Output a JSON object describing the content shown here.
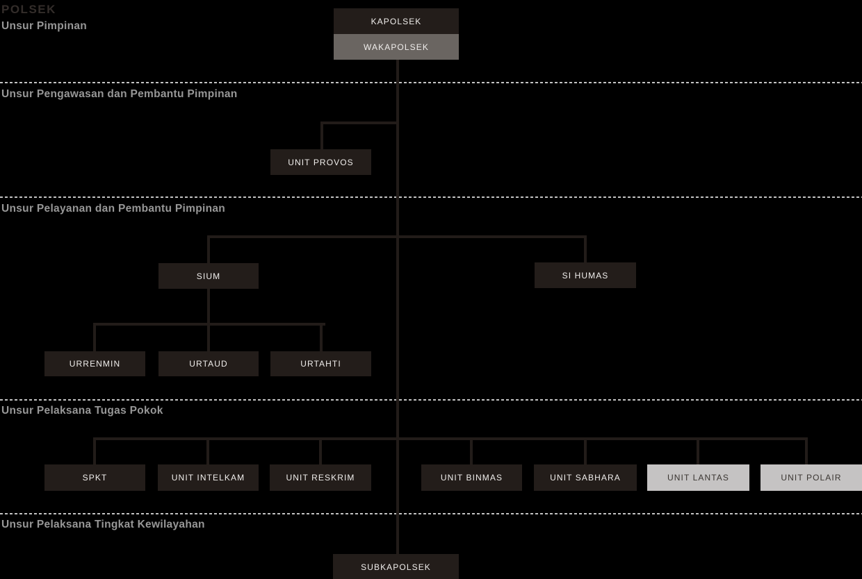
{
  "page": {
    "title": "POLSEK"
  },
  "colors": {
    "background": "#000000",
    "node_dark": "#231d1a",
    "node_gray": "#6a6561",
    "node_light": "#c5c3c3",
    "connector": "#221c19",
    "section_label": "#979797",
    "separator_dash": "#c3c3c3",
    "text_on_dark": "#f0eeec",
    "text_on_light": "#3a3531",
    "title_text": "#332d2a"
  },
  "sections": {
    "pimpinan": "Unsur Pimpinan",
    "pengawasan": "Unsur Pengawasan dan Pembantu Pimpinan",
    "pelayanan": "Unsur Pelayanan dan Pembantu Pimpinan",
    "tugas_pokok": "Unsur Pelaksana Tugas Pokok",
    "kewilayahan": "Unsur Pelaksana Tingkat Kewilayahan"
  },
  "nodes": {
    "kapolsek": "KAPOLSEK",
    "wakapolsek": "WAKAPOLSEK",
    "unit_provos": "UNIT PROVOS",
    "sium": "SIUM",
    "si_humas": "SI HUMAS",
    "urrenmin": "URRENMIN",
    "urtaud": "URTAUD",
    "urtahti": "URTAHTI",
    "spkt": "SPKT",
    "unit_intelkam": "UNIT INTELKAM",
    "unit_reskrim": "UNIT RESKRIM",
    "unit_binmas": "UNIT BINMAS",
    "unit_sabhara": "UNIT SABHARA",
    "unit_lantas": "UNIT LANTAS",
    "unit_polair": "UNIT POLAIR",
    "subkapolsek": "SUBKAPOLSEK"
  }
}
